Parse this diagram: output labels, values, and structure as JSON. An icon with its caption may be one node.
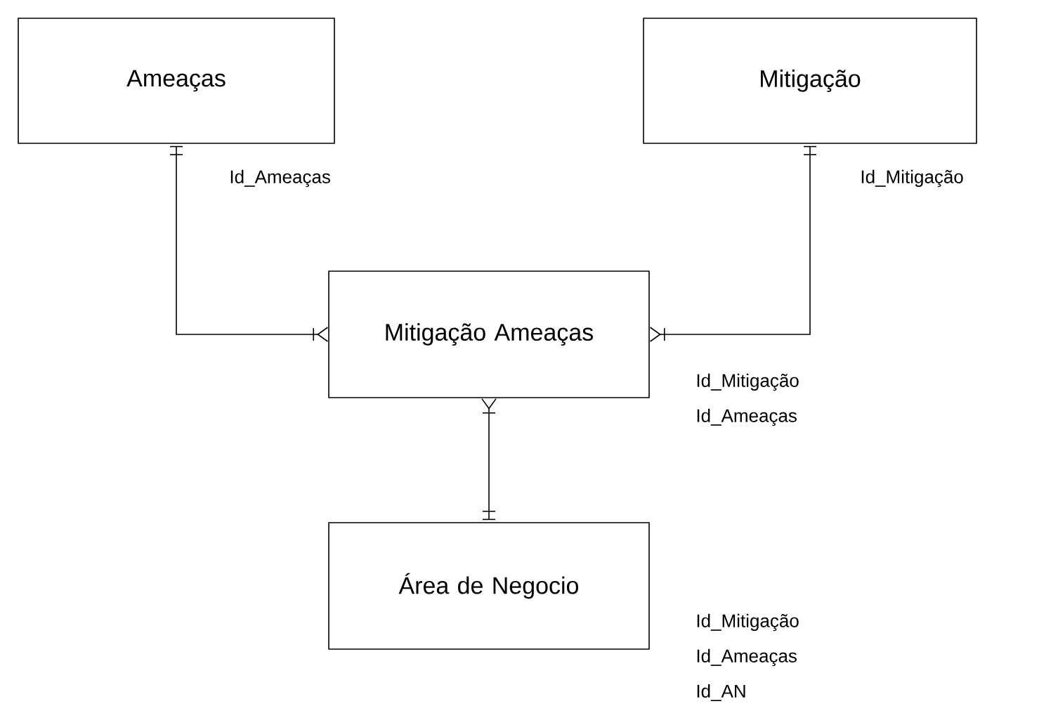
{
  "diagram": {
    "nodes": [
      {
        "text": [
          "Ameaças"
        ],
        "beside": [
          "Id_Ameaças"
        ]
      },
      {
        "text": [
          "Mitigação"
        ],
        "beside": [
          "Id_Mitigação"
        ]
      },
      {
        "text": [
          "Mitigação Ameaças"
        ],
        "beside": [
          "Id_Mitigação",
          "Id_Ameaças"
        ]
      },
      {
        "text": [
          "Área de Negocio"
        ],
        "beside": [
          "Id_Mitigação",
          "Id_Ameaças",
          "Id_AN"
        ]
      }
    ],
    "edges": [
      {
        "from": 0,
        "to": 2,
        "arrow": "other"
      },
      {
        "from": 1,
        "to": 2,
        "arrow": "other"
      },
      {
        "from": 3,
        "to": 2,
        "arrow": "other"
      }
    ]
  }
}
